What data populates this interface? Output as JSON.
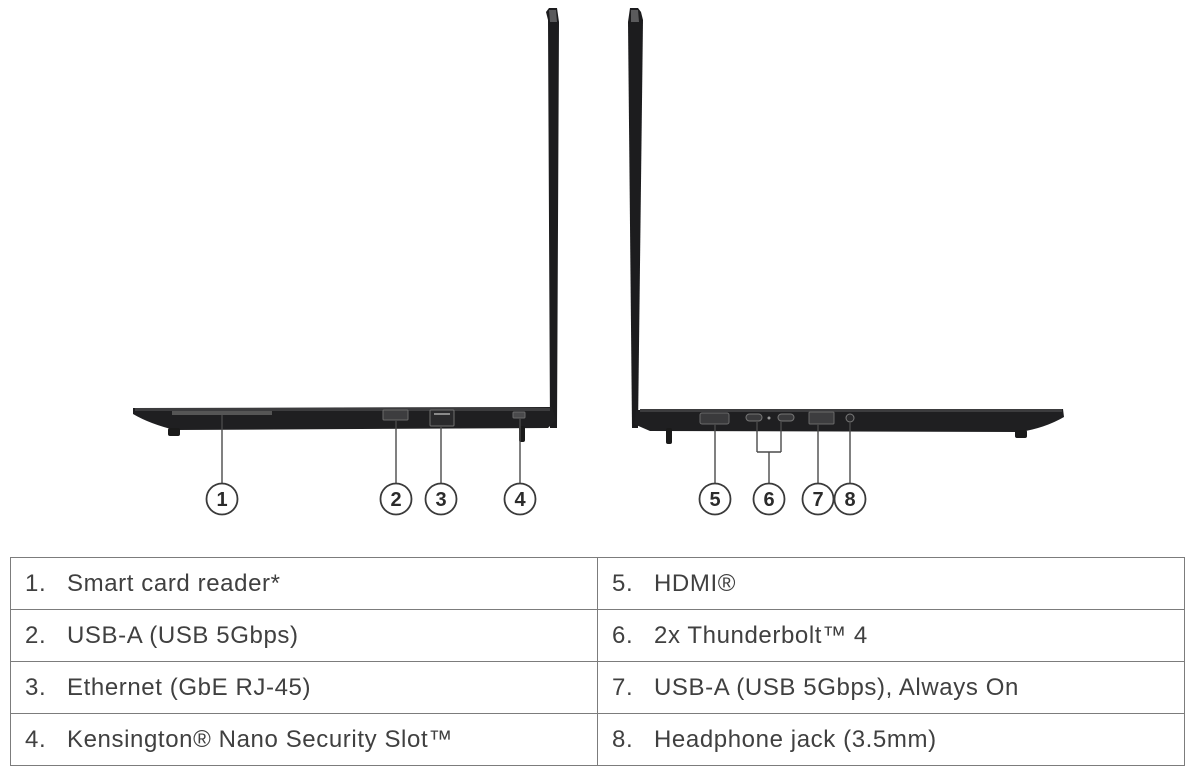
{
  "callouts": [
    "1",
    "2",
    "3",
    "4",
    "5",
    "6",
    "7",
    "8"
  ],
  "ports": [
    {
      "number": "1.",
      "label": "Smart card reader*"
    },
    {
      "number": "2.",
      "label": "USB-A (USB 5Gbps)"
    },
    {
      "number": "3.",
      "label": "Ethernet (GbE RJ-45)"
    },
    {
      "number": "4.",
      "label": "Kensington® Nano Security Slot™"
    },
    {
      "number": "5.",
      "label": "HDMI®"
    },
    {
      "number": "6.",
      "label": "2x Thunderbolt™ 4"
    },
    {
      "number": "7.",
      "label": "USB-A (USB 5Gbps), Always On"
    },
    {
      "number": "8.",
      "label": "Headphone jack (3.5mm)"
    }
  ],
  "colors": {
    "laptop_body": "#1c1c1e",
    "lid_edge": "#3a3a3c",
    "callout_line": "#4a4a4a",
    "table_border": "#7c7c7c",
    "text": "#404040"
  }
}
